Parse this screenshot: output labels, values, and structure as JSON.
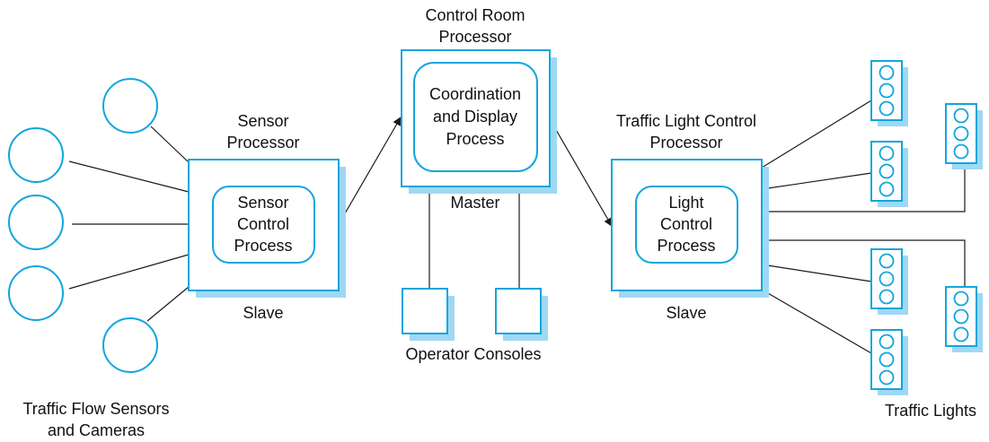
{
  "labels": {
    "control_room": [
      "Control Room",
      "Processor"
    ],
    "coordination": [
      "Coordination",
      "and Display",
      "Process"
    ],
    "master": "Master",
    "sensor_processor": [
      "Sensor",
      "Processor"
    ],
    "sensor_control": [
      "Sensor",
      "Control",
      "Process"
    ],
    "slave_left": "Slave",
    "traffic_light_processor": [
      "Traffic Light Control",
      "Processor"
    ],
    "light_control": [
      "Light",
      "Control",
      "Process"
    ],
    "slave_right": "Slave",
    "operator_consoles": "Operator Consoles",
    "sensors_cameras": [
      "Traffic Flow Sensors",
      "and Cameras"
    ],
    "traffic_lights": "Traffic Lights"
  },
  "colors": {
    "stroke": "#12a5dc",
    "shadow": "#9fd8f3",
    "fill": "#ffffff",
    "line": "#1a1a1a"
  }
}
